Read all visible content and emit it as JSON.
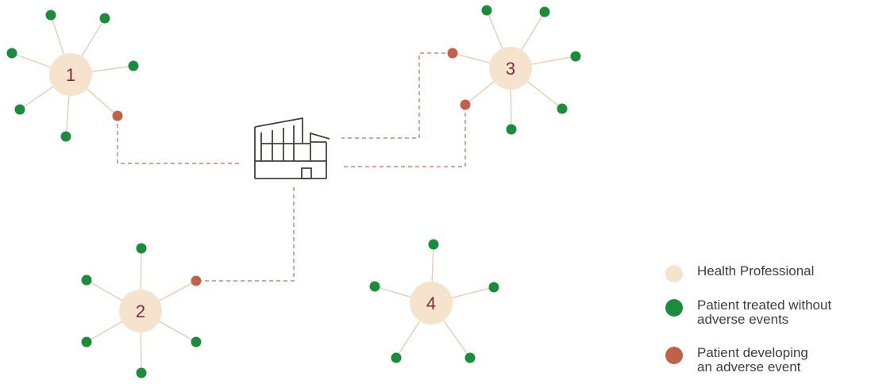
{
  "colors": {
    "health_professional": "#f6e3cd",
    "patient_ok": "#1a8c3c",
    "patient_adverse": "#c0624a",
    "spoke": "#e6c9af",
    "dashed_link": "#c98b70",
    "node_number": "#7d2c40",
    "factory_stroke": "#4a4036"
  },
  "nodes": [
    {
      "id": "hp-1",
      "label": "1"
    },
    {
      "id": "hp-2",
      "label": "2"
    },
    {
      "id": "hp-3",
      "label": "3"
    },
    {
      "id": "hp-4",
      "label": "4"
    }
  ],
  "legend": {
    "health_professional": "Health Professional",
    "patient_ok": "Patient treated without\nadverse events",
    "patient_adverse": "Patient developing\nan adverse event"
  }
}
